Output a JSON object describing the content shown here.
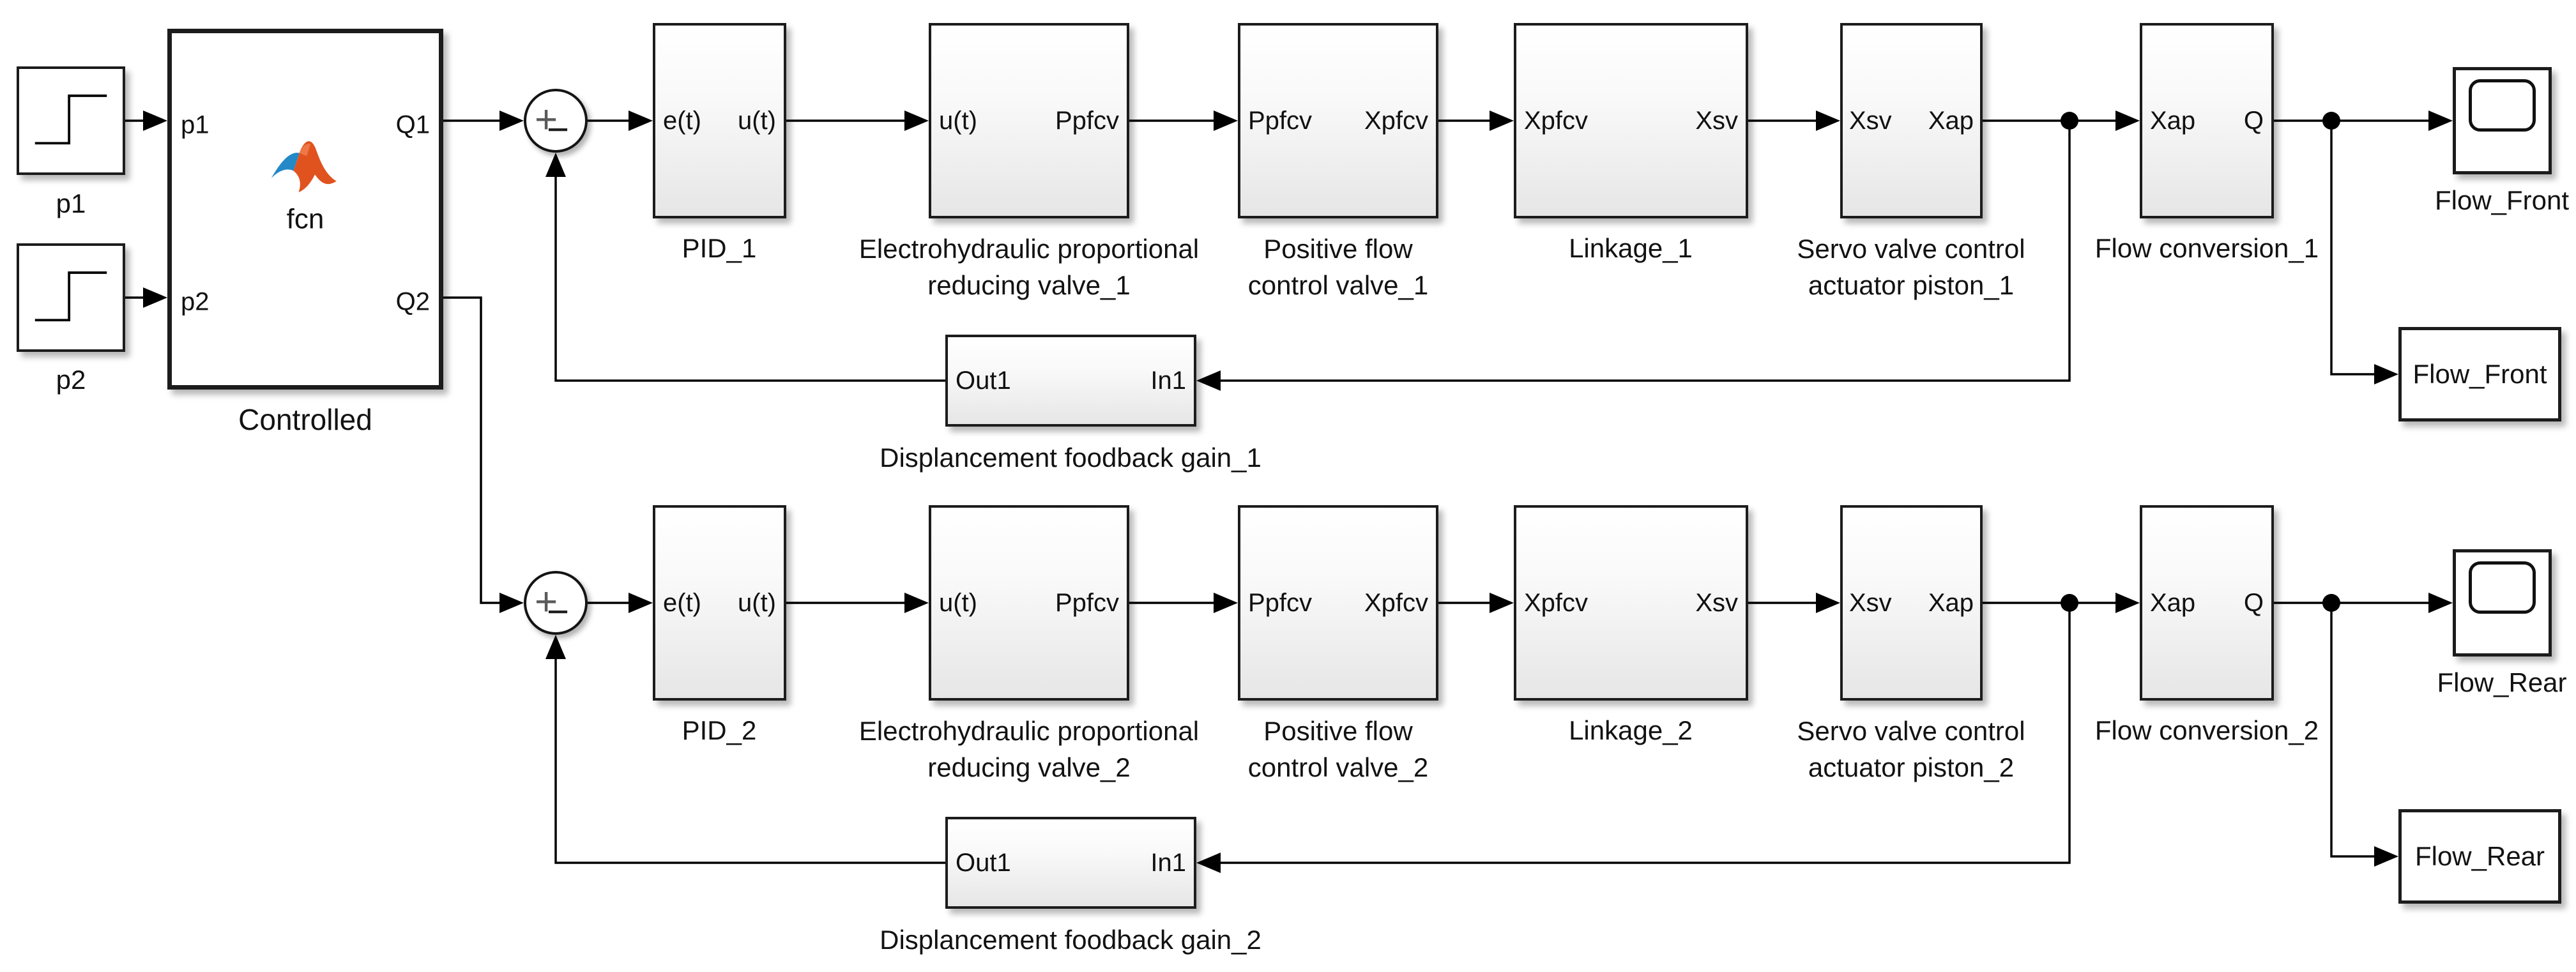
{
  "diagram": {
    "background_color": "#ffffff",
    "wire_color": "#000000",
    "block_border_color": "#1c1c1c",
    "block_gradient_top": "#ffffff",
    "block_gradient_bottom": "#e6e6e6",
    "matlab_logo_orange": "#e0531f",
    "matlab_logo_blue": "#2389c7"
  },
  "sources": {
    "p1": {
      "label": "p1"
    },
    "p2": {
      "label": "p2"
    }
  },
  "controller": {
    "label": "Controlled",
    "icon_caption": "fcn",
    "port_in_1": "p1",
    "port_in_2": "p2",
    "port_out_1": "Q1",
    "port_out_2": "Q2"
  },
  "sum": {
    "plus": "+",
    "minus": "−"
  },
  "loops": [
    {
      "pid": {
        "in": "e(t)",
        "out": "u(t)",
        "label": "PID_1"
      },
      "reducing_valve": {
        "in": "u(t)",
        "out": "Ppfcv",
        "label_line1": "Electrohydraulic proportional",
        "label_line2": "reducing valve_1"
      },
      "flow_valve": {
        "in": "Ppfcv",
        "out": "Xpfcv",
        "label_line1": "Positive flow",
        "label_line2": "control valve_1"
      },
      "linkage": {
        "in": "Xpfcv",
        "out": "Xsv",
        "label": "Linkage_1"
      },
      "servo": {
        "in": "Xsv",
        "out": "Xap",
        "label_line1": "Servo valve control",
        "label_line2": "actuator piston_1"
      },
      "flow_conversion": {
        "in": "Xap",
        "out": "Q",
        "label": "Flow conversion_1"
      },
      "scope": {
        "label": "Flow_Front"
      },
      "sink": {
        "label": "Flow_Front"
      },
      "feedback": {
        "out": "Out1",
        "in": "In1",
        "label": "Displancement foodback gain_1"
      }
    },
    {
      "pid": {
        "in": "e(t)",
        "out": "u(t)",
        "label": "PID_2"
      },
      "reducing_valve": {
        "in": "u(t)",
        "out": "Ppfcv",
        "label_line1": "Electrohydraulic proportional",
        "label_line2": "reducing valve_2"
      },
      "flow_valve": {
        "in": "Ppfcv",
        "out": "Xpfcv",
        "label_line1": "Positive flow",
        "label_line2": "control valve_2"
      },
      "linkage": {
        "in": "Xpfcv",
        "out": "Xsv",
        "label": "Linkage_2"
      },
      "servo": {
        "in": "Xsv",
        "out": "Xap",
        "label_line1": "Servo valve control",
        "label_line2": "actuator piston_2"
      },
      "flow_conversion": {
        "in": "Xap",
        "out": "Q",
        "label": "Flow conversion_2"
      },
      "scope": {
        "label": "Flow_Rear"
      },
      "sink": {
        "label": "Flow_Rear"
      },
      "feedback": {
        "out": "Out1",
        "in": "In1",
        "label": "Displancement foodback gain_2"
      }
    }
  ]
}
